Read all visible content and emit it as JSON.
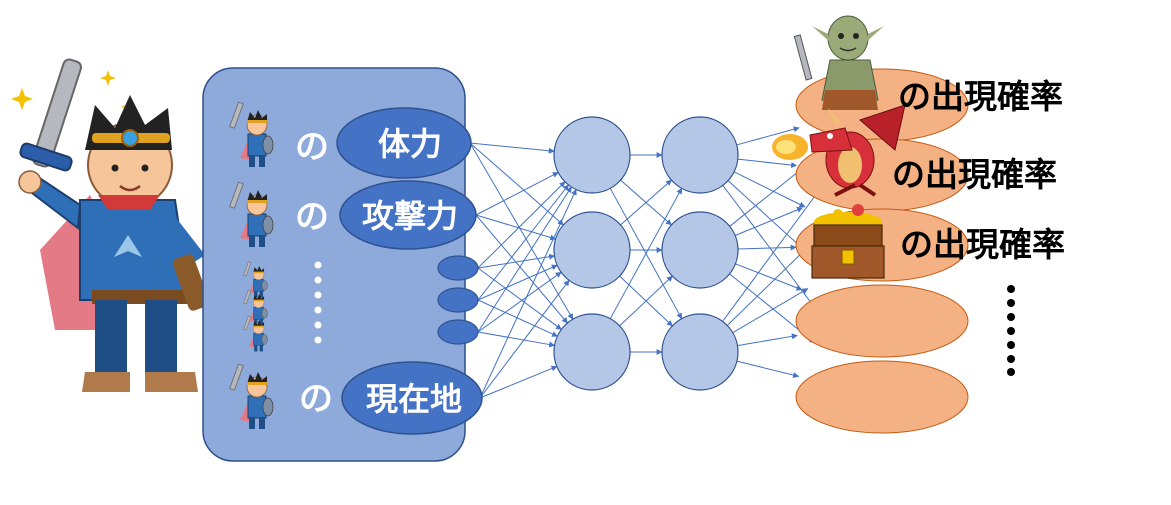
{
  "input": {
    "rows": [
      {
        "particle": "の",
        "label": "体力"
      },
      {
        "particle": "の",
        "label": "攻撃力"
      },
      {
        "particle": "の",
        "label": "現在地"
      }
    ],
    "vertical_ellipsis": "⋮"
  },
  "output": {
    "labels": [
      "の出現確率",
      "の出現確率",
      "の出現確率"
    ],
    "vertical_ellipsis": "⋮"
  },
  "colors": {
    "input_panel": "#8eaadb",
    "input_node": "#4472c4",
    "hidden_node": "#b4c7e7",
    "output_node": "#f4b183",
    "edge": "#4472c4"
  },
  "icons": [
    "hero-character-icon",
    "mini-hero-icon",
    "goblin-icon",
    "dragon-icon",
    "treasure-chest-icon"
  ]
}
